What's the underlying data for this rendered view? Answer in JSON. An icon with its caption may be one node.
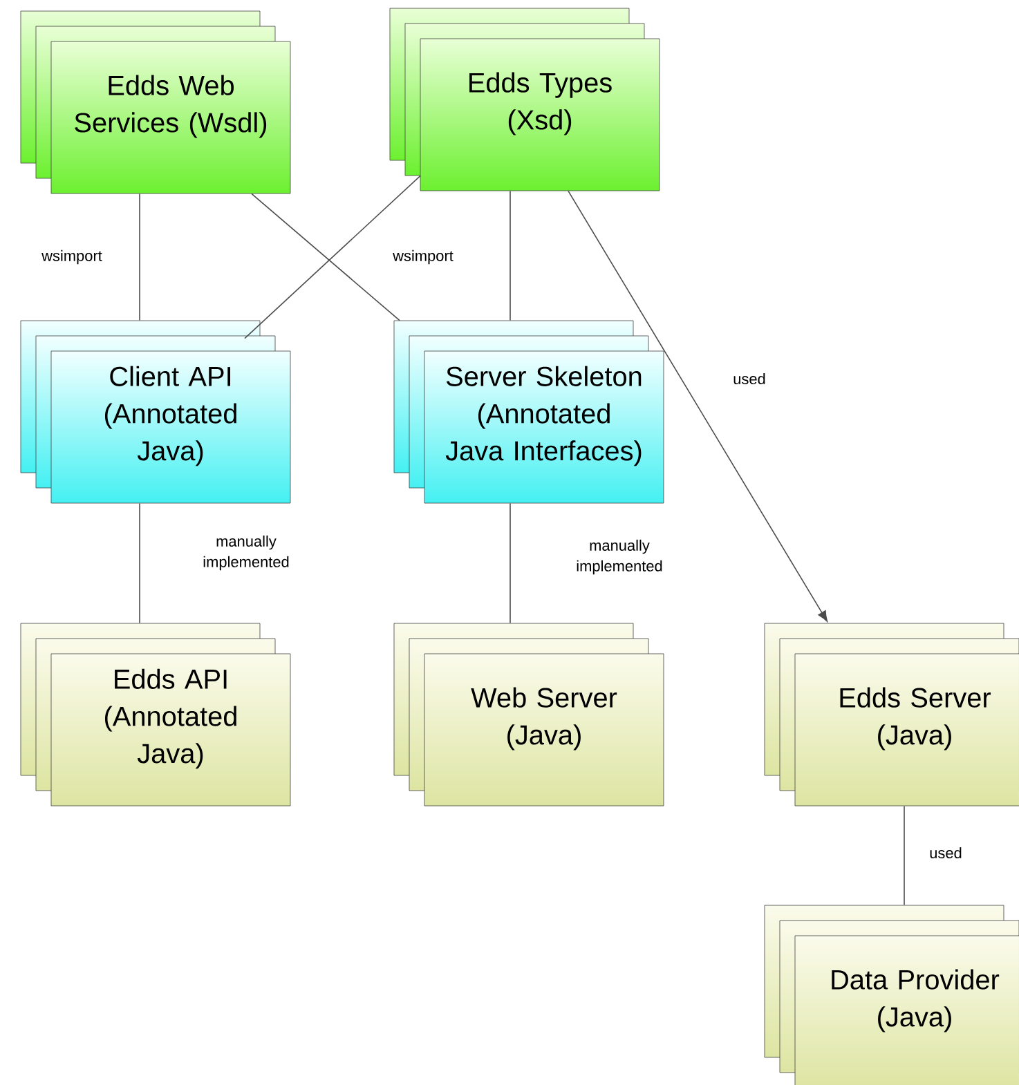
{
  "diagram": {
    "nodes": [
      {
        "text": [
          "Edds Web Services (Wsdl)"
        ]
      },
      {
        "text": [
          "Edds Types (Xsd)"
        ]
      },
      {
        "text": [
          "Client API (Annotated Java)"
        ]
      },
      {
        "text": [
          "Server Skeleton (Annotated Java Interfaces)"
        ]
      },
      {
        "text": [
          "Edds API (Annotated Java)"
        ]
      },
      {
        "text": [
          "Web Server (Java)"
        ]
      },
      {
        "text": [
          "Edds Server (Java)"
        ]
      },
      {
        "text": [
          "Data Provider (Java)"
        ]
      }
    ],
    "edges": [
      {
        "from": 0,
        "to": 2,
        "arrow": "none",
        "label": "wsimport"
      },
      {
        "from": 0,
        "to": 3,
        "arrow": "none",
        "label": "wsimport"
      },
      {
        "from": 1,
        "to": 2,
        "arrow": "none"
      },
      {
        "from": 1,
        "to": 3,
        "arrow": "none"
      },
      {
        "from": 1,
        "to": 6,
        "arrow": "to",
        "label": "used"
      },
      {
        "from": 2,
        "to": 4,
        "arrow": "none",
        "label": "manually implemented"
      },
      {
        "from": 3,
        "to": 5,
        "arrow": "none",
        "label": "manually implemented"
      },
      {
        "from": 6,
        "to": 7,
        "arrow": "none",
        "label": "used"
      }
    ]
  }
}
